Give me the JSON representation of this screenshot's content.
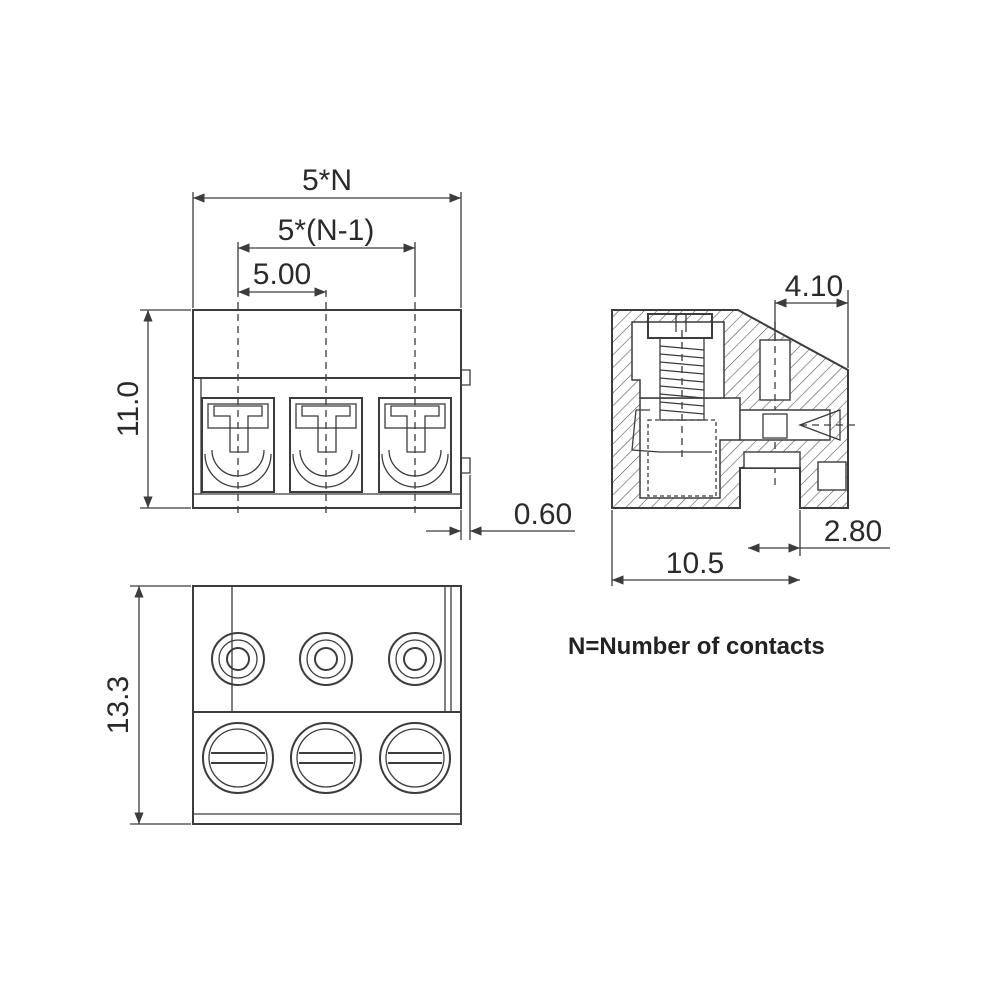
{
  "dimensions": {
    "total_width": "5*N",
    "pitch_span": "5*(N-1)",
    "pitch": "5.00",
    "front_height": "11.0",
    "offset": "0.60",
    "top_height": "13.3",
    "side_top": "4.10",
    "side_slot": "2.80",
    "side_depth": "10.5"
  },
  "note": "N=Number of contacts"
}
